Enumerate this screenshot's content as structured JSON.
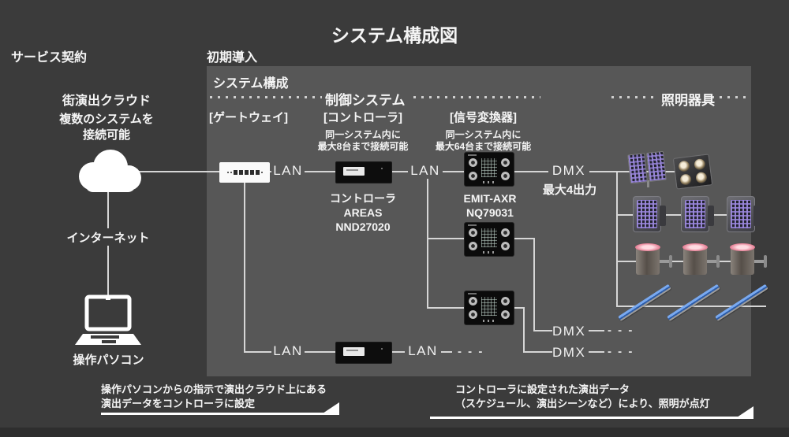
{
  "title": "システム構成図",
  "colors": {
    "background": "#3b3b3b",
    "panel": "#575757",
    "line": "#d6d6d6",
    "text": "#f5f5f5",
    "arrow": "#ffffff",
    "bar_light_blue": "#2e5da8",
    "uplight_pink": "#e57e94"
  },
  "service": {
    "label": "サービス契約",
    "cloud_title": "街演出クラウド",
    "cloud_note1": "複数のシステムを",
    "cloud_note2": "接続可能",
    "internet": "インターネット",
    "pc": "操作パソコン"
  },
  "deployment": {
    "label": "初期導入",
    "panel_title": "システム構成"
  },
  "sections": {
    "control": "制御システム",
    "lighting": "照明器具"
  },
  "devices": {
    "gateway": {
      "bracket": "[ゲートウェイ]"
    },
    "controller": {
      "bracket": "[コントローラ]",
      "note1": "同一システム内に",
      "note2": "最大8台まで接続可能",
      "name1": "コントローラ AREAS",
      "name2": "NND27020"
    },
    "converter": {
      "bracket": "[信号変換器]",
      "note1": "同一システム内に",
      "note2": "最大64台まで接続可能",
      "name1": "EMIT-AXR",
      "name2": "NQ79031"
    }
  },
  "connections": {
    "lan": "LAN",
    "dmx": "DMX",
    "dmx_note": "最大4出力",
    "dashes": "- - -"
  },
  "footer": {
    "left1": "操作パソコンからの指示で演出クラウド上にある",
    "left2": "演出データをコントローラに設定",
    "right1": "コントローラに設定された演出データ",
    "right2": "（スケジュール、演出シーンなど）により、照明が点灯"
  },
  "icons": {
    "cloud": "cloud-icon",
    "laptop": "laptop-icon",
    "gateway": "gateway-device-icon",
    "controller": "controller-device-icon",
    "converter": "signal-converter-device-icon",
    "lights": [
      "led-panel-light-icon",
      "flood-light-icon",
      "par-light-icon",
      "up-light-icon",
      "bar-light-icon"
    ]
  }
}
